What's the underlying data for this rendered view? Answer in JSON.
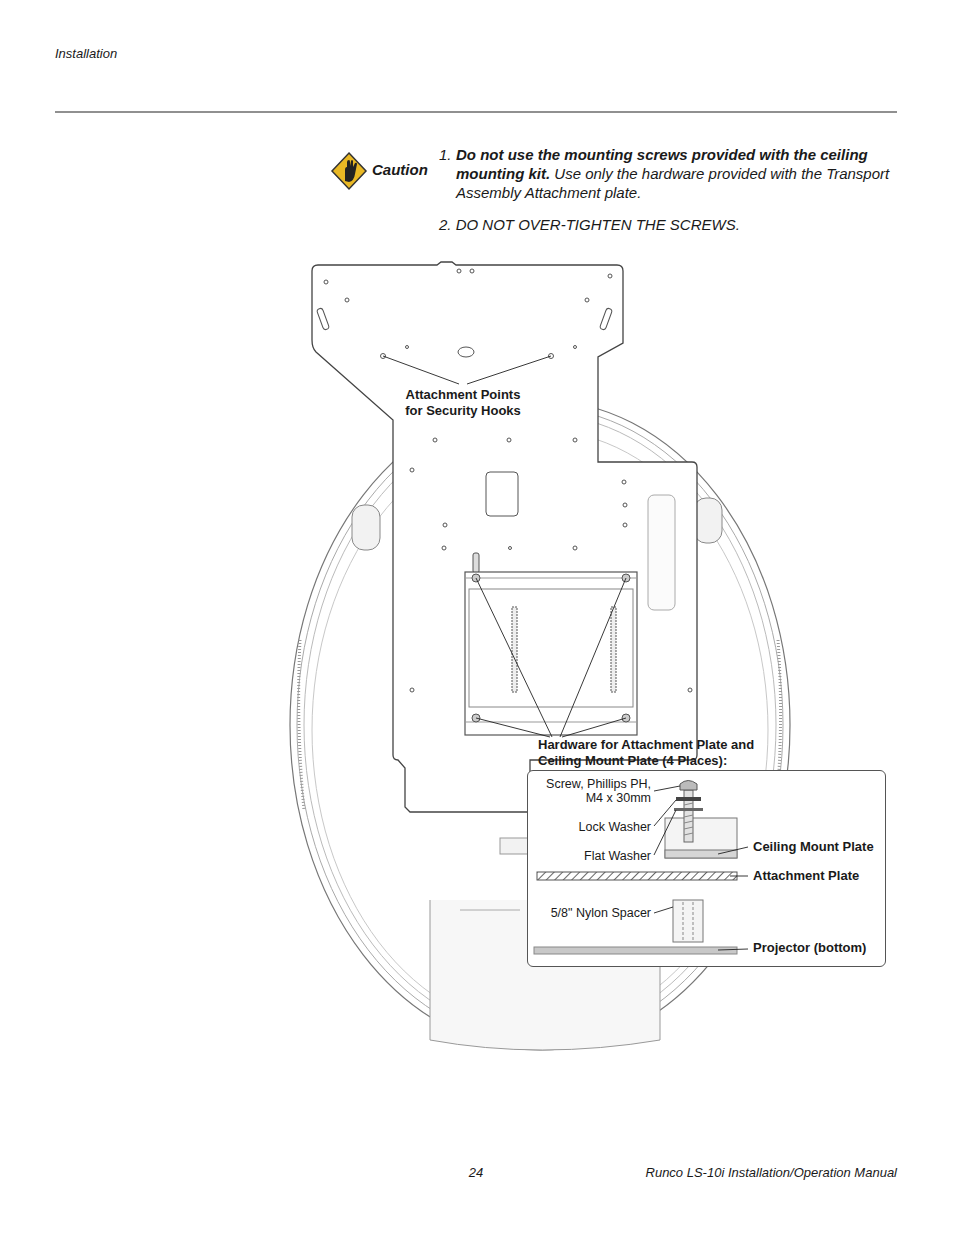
{
  "diagram": {
    "nodes": [
      {
        "text": [
          "Hardware for Attachment Plate and Ceiling Mount Plate (4 Places):",
          "Screw, Phillips PH, M4 x 30mm",
          "Lock Washer",
          "Flat Washer",
          "Ceiling Mount Plate",
          "Attachment Plate",
          "5/8\" Nylon Spacer",
          "Projector (bottom)"
        ]
      }
    ],
    "edges": [],
    "labels": [
      "Installation",
      "Caution",
      "1.",
      "Do not use the mounting screws provided with the ceiling mounting kit.",
      "Use only the hardware provided with the Transport Assembly Attachment plate.",
      "2. DO NOT OVER-TIGHTEN THE SCREWS.",
      "Attachment Points for Security Hooks",
      "24",
      "Runco LS-10i Installation/Operation Manual"
    ]
  }
}
